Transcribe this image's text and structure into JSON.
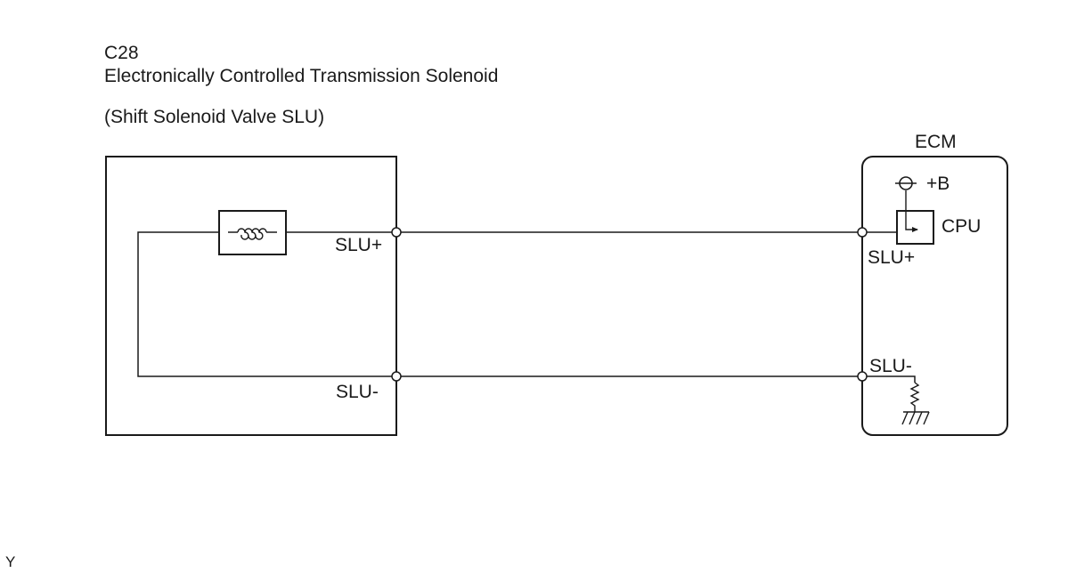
{
  "component": {
    "code": "C28",
    "name": "Electronically Controlled Transmission Solenoid",
    "sub_name": "(Shift Solenoid Valve SLU)",
    "terminals": {
      "plus": "SLU+",
      "minus": "SLU-"
    }
  },
  "ecm": {
    "title": "ECM",
    "cpu_label": "CPU",
    "supply_label": "+B",
    "terminals": {
      "plus": "SLU+",
      "minus": "SLU-"
    }
  },
  "corner_mark": "Y"
}
